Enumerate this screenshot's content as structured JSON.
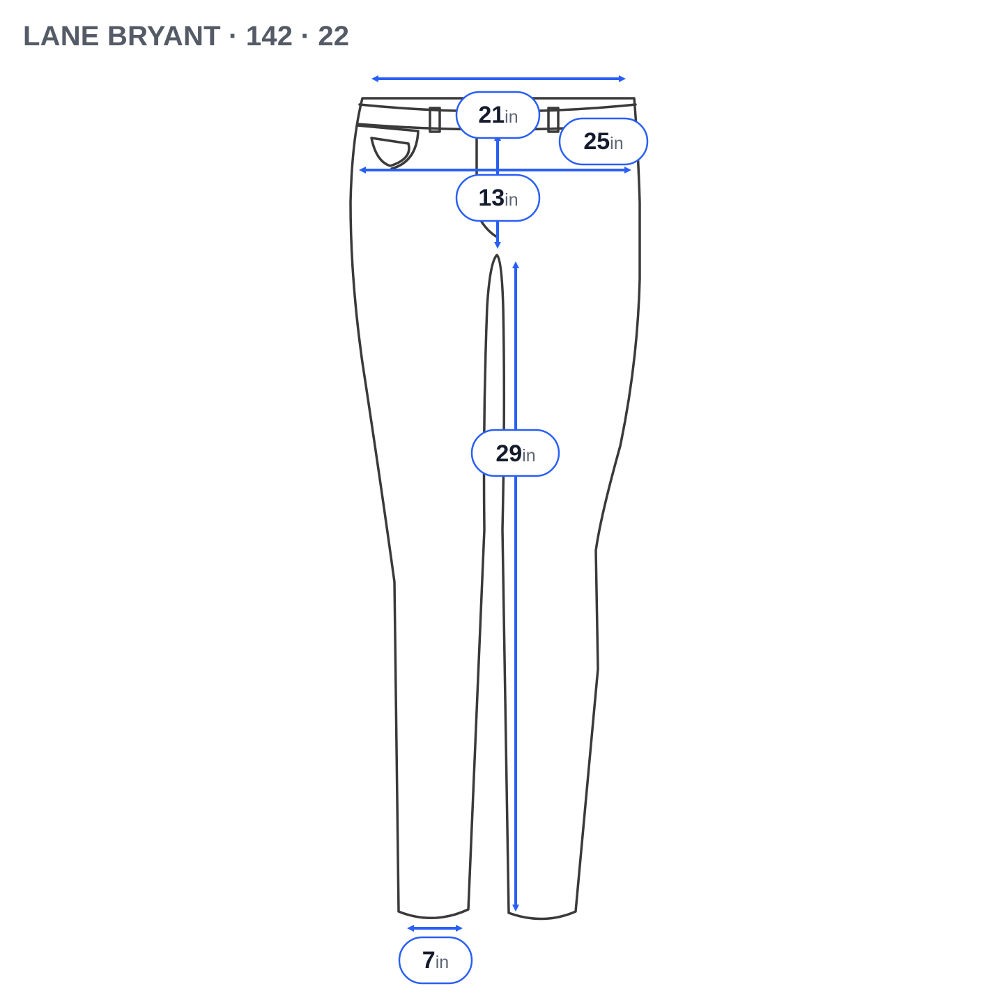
{
  "header": {
    "title": "LANE BRYANT · 142 · 22"
  },
  "measurements": {
    "waist": {
      "value": "21",
      "unit": "in"
    },
    "hip": {
      "value": "25",
      "unit": "in"
    },
    "rise": {
      "value": "13",
      "unit": "in"
    },
    "inseam": {
      "value": "29",
      "unit": "in"
    },
    "leg_opening": {
      "value": "7",
      "unit": "in"
    }
  },
  "colors": {
    "accent": "#2a5ff5",
    "outline": "#3a3a3a",
    "title": "#545b66",
    "label_text": "#141b2d"
  }
}
